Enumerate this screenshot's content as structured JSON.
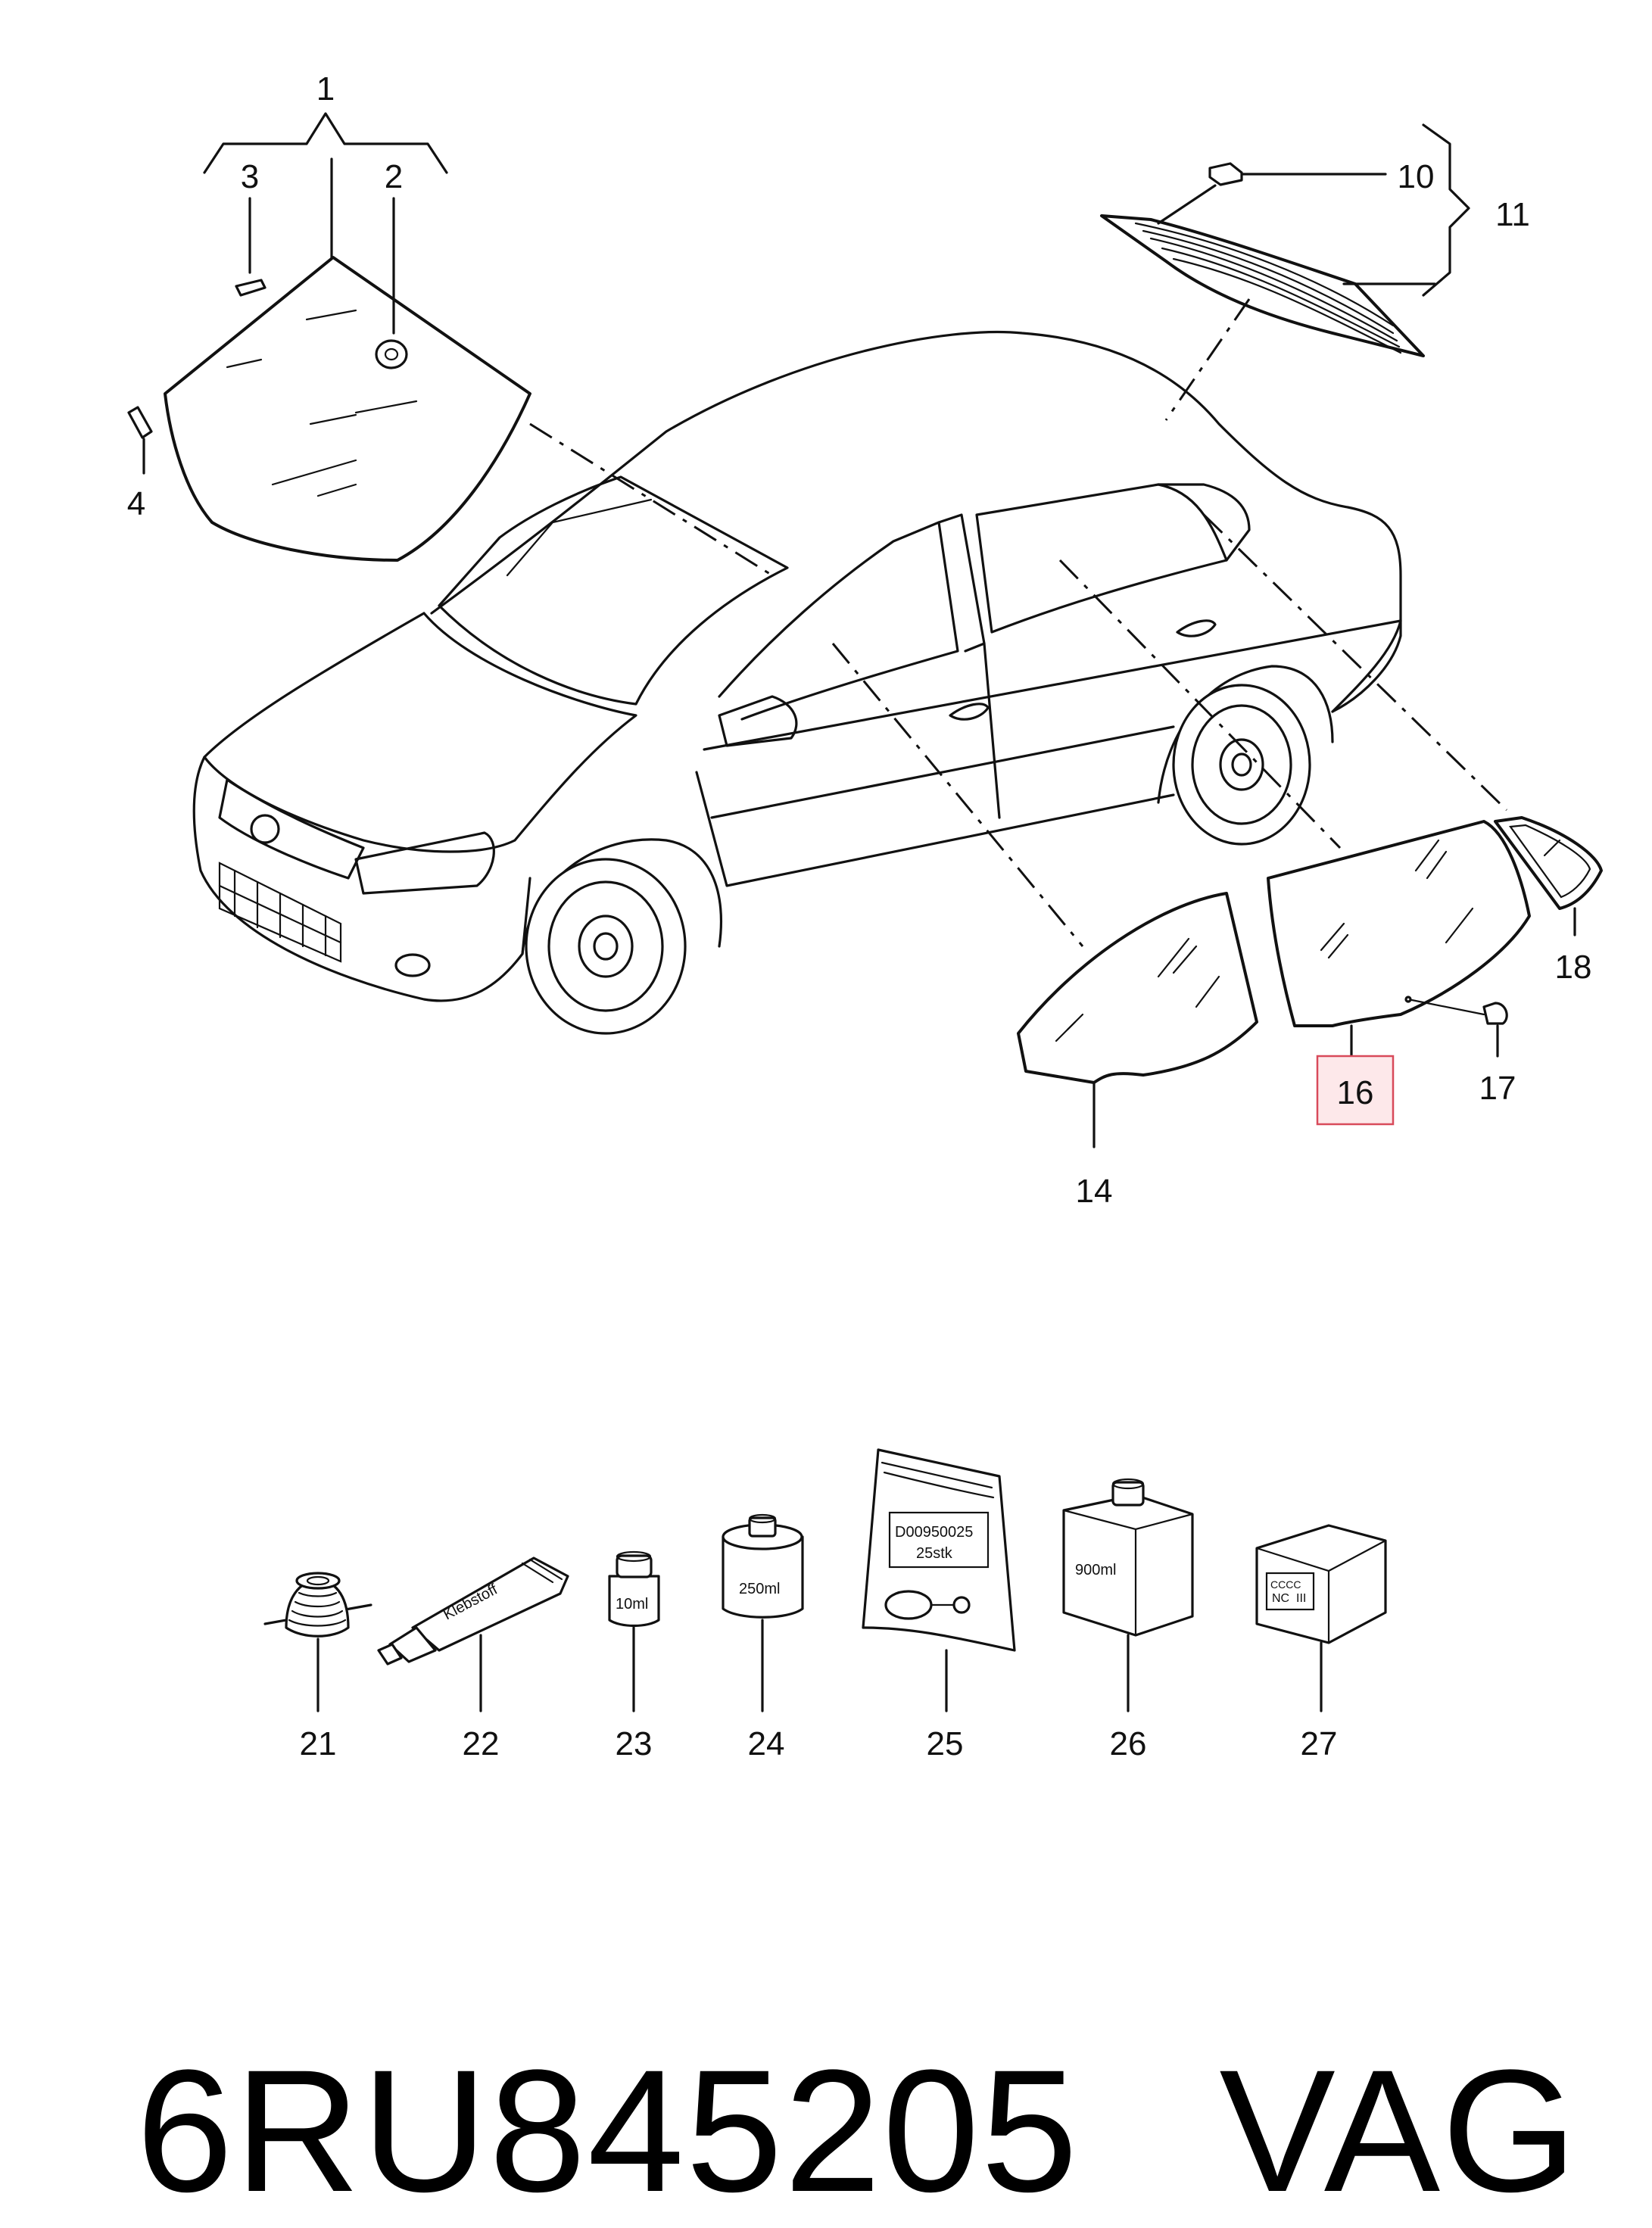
{
  "callouts": {
    "c1": "1",
    "c2": "2",
    "c3": "3",
    "c4": "4",
    "c10": "10",
    "c11": "11",
    "c14": "14",
    "c16": "16",
    "c17": "17",
    "c18": "18",
    "c21": "21",
    "c22": "22",
    "c23": "23",
    "c24": "24",
    "c25": "25",
    "c26": "26",
    "c27": "27"
  },
  "highlighted_callout": "16",
  "product_labels": {
    "tube": "Klebstoff",
    "bottle_small": "10ml",
    "can": "250ml",
    "bag_code": "D00950025",
    "bag_qty": "25stk",
    "box_volume": "900ml",
    "cube_line1": "CCCC",
    "cube_line2": "NC",
    "cube_line3": "III"
  },
  "footer": {
    "part_number": "6RU845205",
    "brand": "VAG"
  },
  "colors": {
    "line": "#111111",
    "highlight_fill": "#fde8ea",
    "highlight_border": "#d84a5a"
  }
}
